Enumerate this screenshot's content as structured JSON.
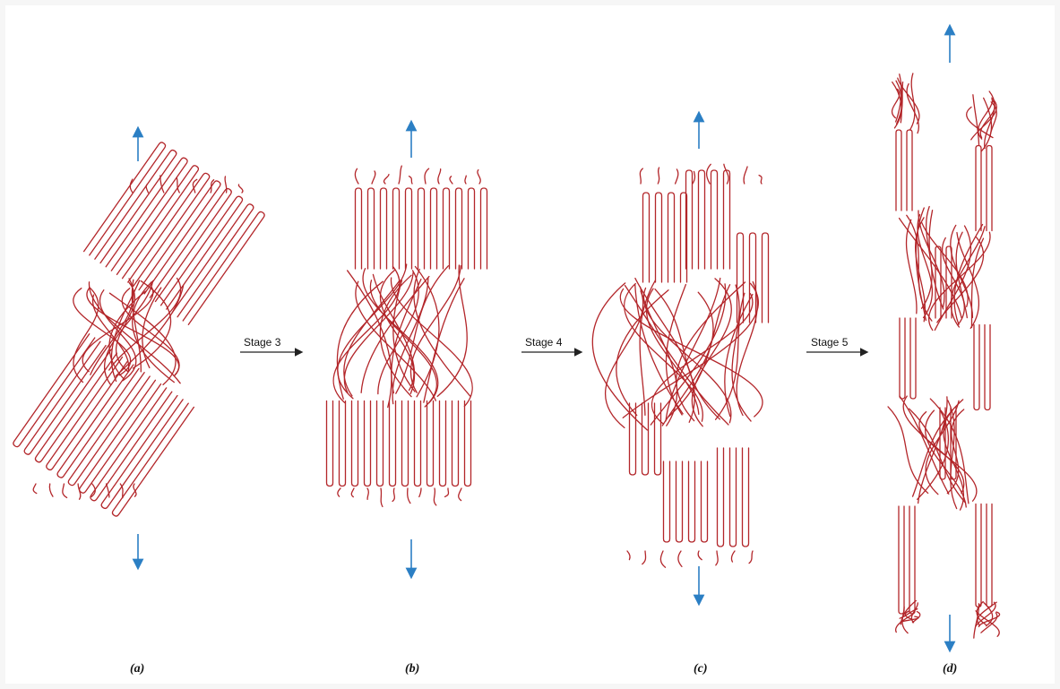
{
  "panels": [
    {
      "id": "a",
      "label": "(a)"
    },
    {
      "id": "b",
      "label": "(b)"
    },
    {
      "id": "c",
      "label": "(c)"
    },
    {
      "id": "d",
      "label": "(d)"
    }
  ],
  "transitions": [
    {
      "label": "Stage 3"
    },
    {
      "label": "Stage 4"
    },
    {
      "label": "Stage 5"
    }
  ],
  "colors": {
    "chain": "#b3262a",
    "tensile_arrow": "#2b7fc4",
    "stage_arrow": "#222222"
  }
}
